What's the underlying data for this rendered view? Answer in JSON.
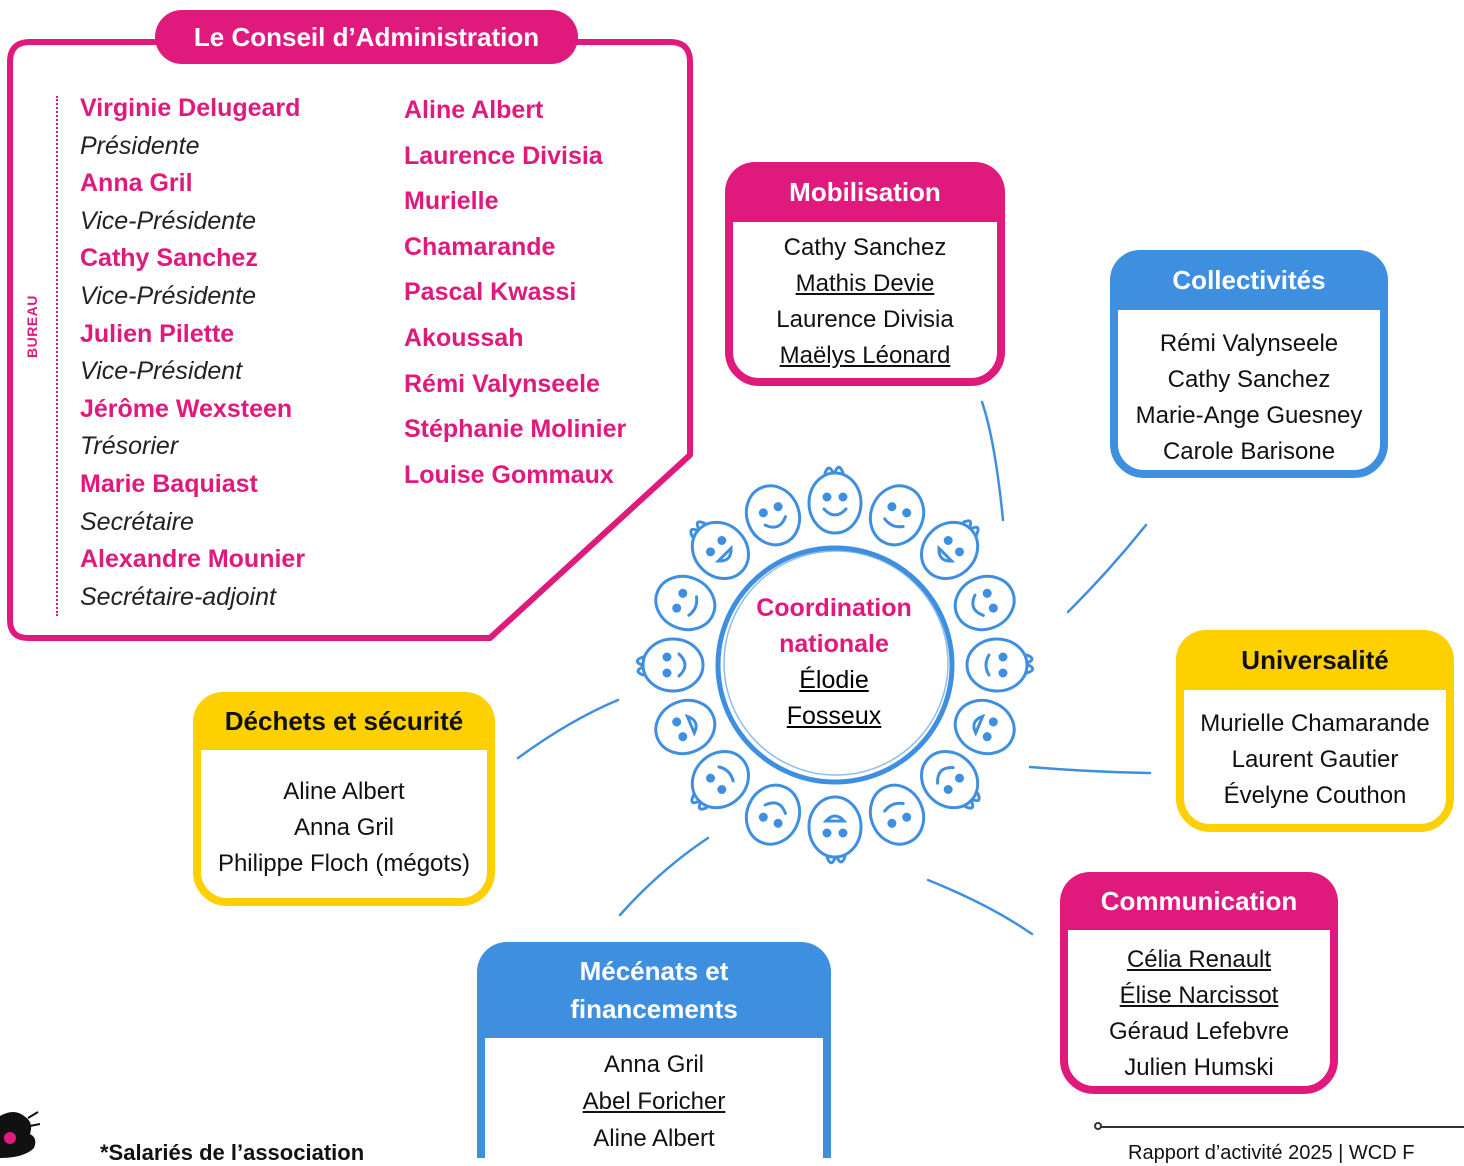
{
  "conseil": {
    "title": "Le Conseil d’Administration",
    "bureau_label": "BUREAU",
    "bureau": [
      {
        "name": "Virginie Delugeard",
        "role": "Présidente"
      },
      {
        "name": "Anna Gril",
        "role": "Vice-Présidente"
      },
      {
        "name": "Cathy Sanchez",
        "role": "Vice-Présidente"
      },
      {
        "name": "Julien Pilette",
        "role": "Vice-Président"
      },
      {
        "name": "Jérôme Wexsteen",
        "role": "Trésorier"
      },
      {
        "name": "Marie Baquiast",
        "role": "Secrétaire"
      },
      {
        "name": "Alexandre Mounier",
        "role": "Secrétaire-adjoint"
      }
    ],
    "members": [
      "Aline Albert",
      "Laurence Divisia",
      "Murielle",
      "Chamarande",
      "Pascal Kwassi",
      "Akoussah",
      "Rémi Valynseele",
      "Stéphanie Molinier",
      "Louise Gommaux"
    ]
  },
  "center": {
    "title_line1": "Coordination",
    "title_line2": "nationale",
    "name_line1": "Élodie",
    "name_line2": "Fosseux"
  },
  "groups": {
    "mobilisation": {
      "title": "Mobilisation",
      "members": [
        "Cathy Sanchez",
        "Mathis Devie",
        "Laurence Divisia",
        "Maëlys Léonard"
      ]
    },
    "collectivites": {
      "title": "Collectivités",
      "members": [
        "Rémi Valynseele",
        "Cathy Sanchez",
        "Marie-Ange Guesney",
        "Carole Barisone"
      ]
    },
    "universalite": {
      "title": "Universalité",
      "members": [
        "Murielle Chamarande",
        "Laurent Gautier",
        "Évelyne Couthon"
      ]
    },
    "communication": {
      "title": "Communication",
      "members": [
        "Célia Renault",
        "Élise Narcissot",
        "Géraud Lefebvre",
        "Julien Humski"
      ]
    },
    "mecenats": {
      "title_line1": "Mécénats et",
      "title_line2": "financements",
      "members": [
        "Anna Gril",
        "Abel Foricher",
        "Aline Albert"
      ]
    },
    "dechets": {
      "title": "Déchets et sécurité",
      "members": [
        "Aline Albert",
        "Anna Gril",
        "Philippe Floch (mégots)"
      ]
    }
  },
  "footer": {
    "note": "*Salariés de l’association",
    "report": "Rapport d’activité 2025 | WCD F"
  },
  "colors": {
    "pink": "#e0197d",
    "blue": "#3f8fe0",
    "yellow": "#ffd000"
  }
}
